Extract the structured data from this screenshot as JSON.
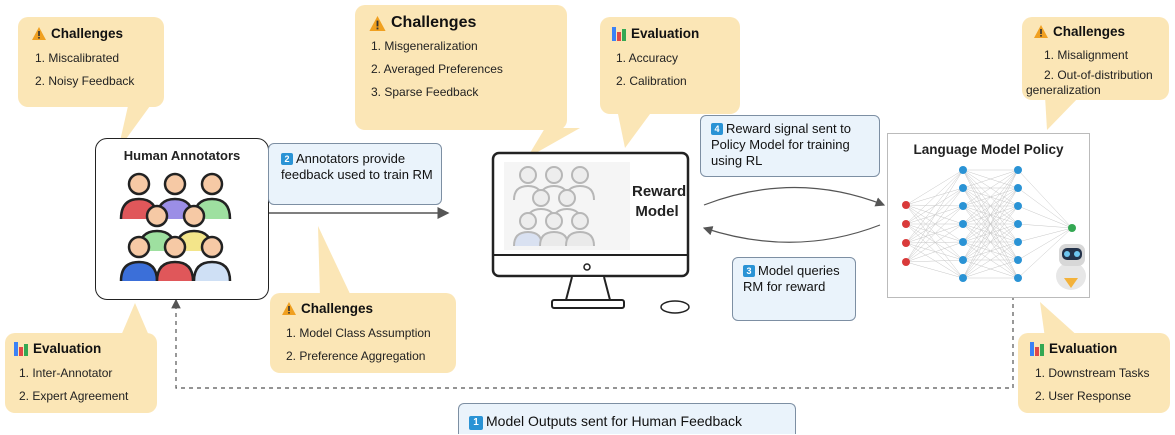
{
  "callouts": {
    "annotator_challenges": {
      "title": "Challenges",
      "items": [
        "1. Miscalibrated",
        "2. Noisy Feedback"
      ]
    },
    "rm_challenges": {
      "title": "Challenges",
      "items": [
        "1. Misgeneralization",
        "2. Averaged Preferences",
        "3. Sparse Feedback"
      ]
    },
    "rm_evaluation": {
      "title": "Evaluation",
      "items": [
        "1. Accuracy",
        "2. Calibration"
      ]
    },
    "policy_challenges": {
      "title": "Challenges",
      "items": [
        "1. Misalignment",
        "2. Out-of-distribution",
        "generalization"
      ]
    },
    "feedback_challenges": {
      "title": "Challenges",
      "items": [
        "1. Model Class Assumption",
        "2. Preference Aggregation"
      ]
    },
    "annotator_evaluation": {
      "title": "Evaluation",
      "items": [
        "1. Inter-Annotator",
        "2. Expert Agreement"
      ]
    },
    "policy_evaluation": {
      "title": "Evaluation",
      "items": [
        "1. Downstream Tasks",
        "2. User Response"
      ]
    }
  },
  "nodes": {
    "human_annotators": "Human Annotators",
    "reward_model_line1": "Reward",
    "reward_model_line2": "Model",
    "policy": "Language Model Policy"
  },
  "steps": {
    "s1": {
      "num": "1",
      "text": "Model Outputs sent for Human Feedback"
    },
    "s2": {
      "num": "2",
      "text": "Annotators provide feedback used to train RM"
    },
    "s3": {
      "num": "3",
      "text": "Model queries RM for reward"
    },
    "s4": {
      "num": "4",
      "text": "Reward signal sent to Policy Model for training using RL"
    }
  },
  "colors": {
    "callout": "#fbe6b6",
    "step_box": "#eaf3fb",
    "step_badge": "#2a93d5",
    "input_node": "#d93a3a",
    "hidden_node": "#2a93d5",
    "output_node": "#34a853"
  }
}
